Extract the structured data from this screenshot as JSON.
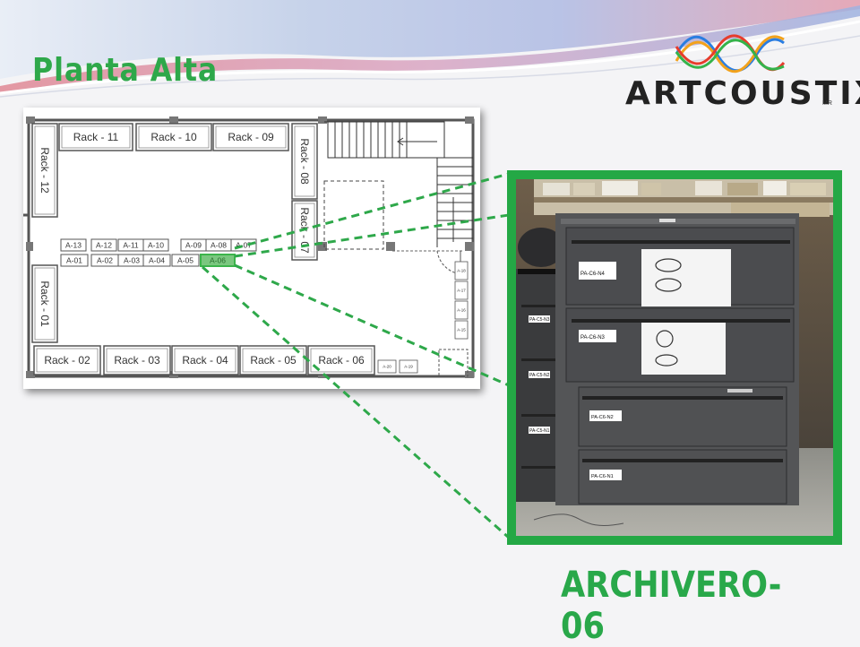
{
  "slide": {
    "title": "Planta Alta",
    "caption": "ARCHIVERO-06"
  },
  "logo": {
    "name": "ARTCOUSTIX",
    "mark": "MR"
  },
  "floor_plan": {
    "racks_top": [
      "Rack - 11",
      "Rack - 10",
      "Rack - 09"
    ],
    "racks_bottom": [
      "Rack - 02",
      "Rack - 03",
      "Rack - 04",
      "Rack - 05",
      "Rack - 06"
    ],
    "rack_left_top": "Rack - 12",
    "rack_left_bottom": "Rack - 01",
    "rack_right_top": "Rack - 08",
    "rack_right_mid": "Rack - 07",
    "cabinets_top_row": [
      "A-13",
      "A-12",
      "A-11",
      "A-10",
      "A-09",
      "A-08",
      "A-07"
    ],
    "cabinets_bottom_row": [
      "A-01",
      "A-02",
      "A-03",
      "A-04",
      "A-05",
      "A-06"
    ],
    "highlighted_cabinet": "A-06",
    "small_right": [
      "A-18",
      "A-17",
      "A-16",
      "A-15"
    ],
    "small_bottom": [
      "A-20",
      "A-19"
    ],
    "highlight_color": "#3cb44b"
  },
  "photo": {
    "drawer_labels": [
      "PA-C6-N4",
      "PA-C6-N3",
      "PA-C6-N2",
      "PA-C6-N1"
    ],
    "side_labels": [
      "PA-C5-N3",
      "PA-C5-N2",
      "PA-C5-N1"
    ],
    "frame_color": "#24a845"
  }
}
